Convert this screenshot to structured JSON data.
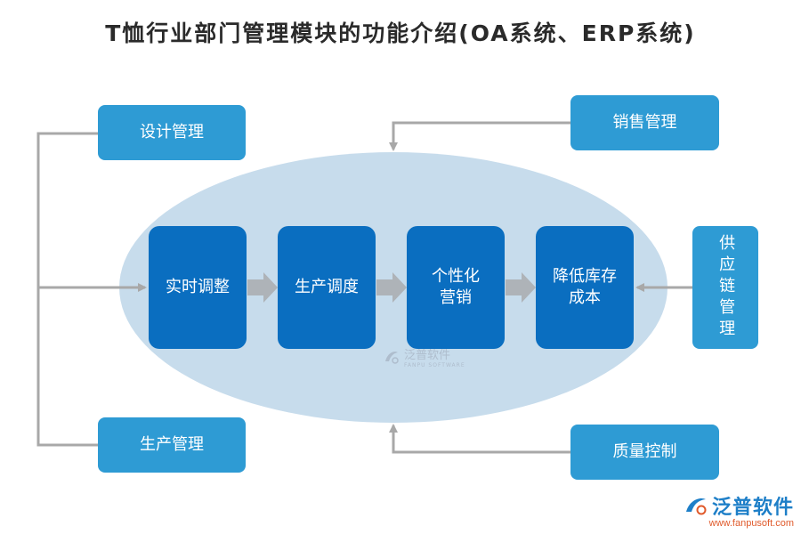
{
  "title": "T恤行业部门管理模块的功能介绍(OA系统、ERP系统)",
  "left_boxes": {
    "design": "设计管理",
    "production": "生产管理"
  },
  "right_boxes": {
    "sales": "销售管理",
    "supply_chain": "供应链管理",
    "quality": "质量控制"
  },
  "core_steps": [
    {
      "line1": "实时调整",
      "line2": ""
    },
    {
      "line1": "生产调度",
      "line2": ""
    },
    {
      "line1": "个性化",
      "line2": "营销"
    },
    {
      "line1": "降低库存",
      "line2": "成本"
    }
  ],
  "watermark": {
    "name": "泛普软件",
    "sub": "FANPU SOFTWARE"
  },
  "logo": {
    "name": "泛普软件",
    "url": "www.fanpusoft.com"
  },
  "colors": {
    "ellipse": "#c7dcec",
    "side_box": "#2e9bd4",
    "core_box": "#0a6ec0",
    "connector": "#a8a8a8",
    "logo_blue": "#1e7fc8",
    "logo_orange": "#e05a2b"
  }
}
